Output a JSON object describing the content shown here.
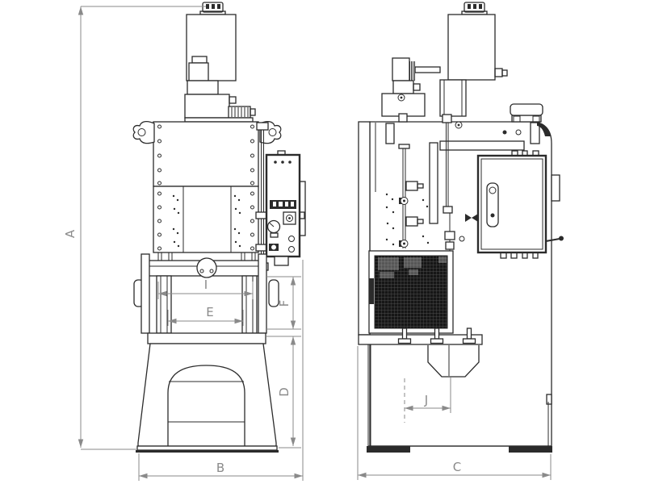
{
  "colors": {
    "line": "#2b2b2b",
    "dimension": "#8a8a8a",
    "background": "#ffffff",
    "grid_fill": "#161616"
  },
  "drawing": {
    "description_labels_only": true,
    "dims": {
      "a": "A",
      "b": "B",
      "c": "C",
      "d": "D",
      "e": "E",
      "f": "F",
      "i": "I",
      "j": "J"
    }
  }
}
